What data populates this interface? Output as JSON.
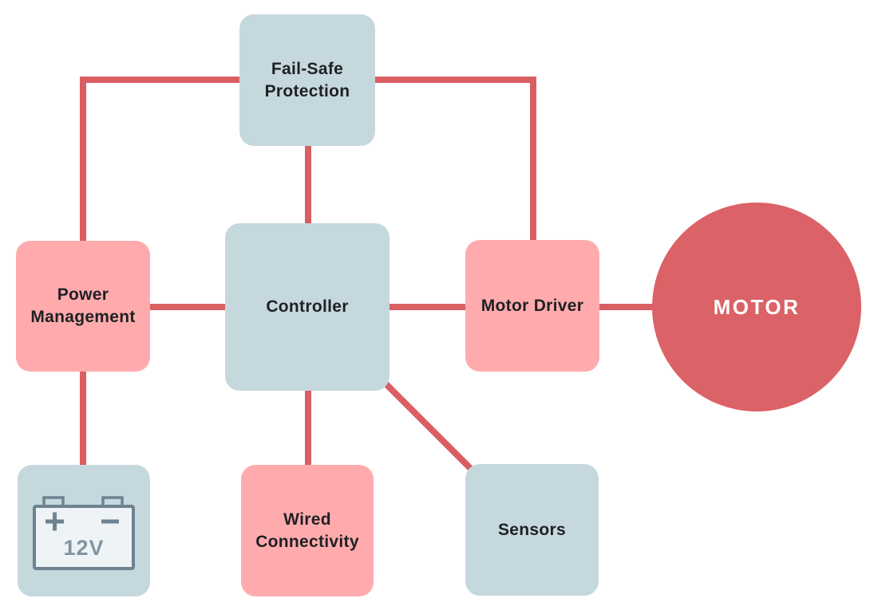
{
  "diagram": {
    "type": "block-diagram",
    "nodes": {
      "fail_safe_protection": {
        "label": "Fail-Safe Protection",
        "shape": "rounded-square",
        "color_role": "blue"
      },
      "power_management": {
        "label": "Power Management",
        "shape": "rounded-square",
        "color_role": "pink"
      },
      "controller": {
        "label": "Controller",
        "shape": "rounded-square",
        "color_role": "blue"
      },
      "motor_driver": {
        "label": "Motor Driver",
        "shape": "rounded-square",
        "color_role": "pink"
      },
      "motor": {
        "label": "MOTOR",
        "shape": "circle",
        "color_role": "red"
      },
      "battery": {
        "label": "12V",
        "icon": "battery-icon",
        "plus_symbol": "+",
        "minus_symbol": "−",
        "shape": "rounded-square",
        "color_role": "blue"
      },
      "wired_connectivity": {
        "label": "Wired Connectivity",
        "shape": "rounded-square",
        "color_role": "pink"
      },
      "sensors": {
        "label": "Sensors",
        "shape": "rounded-square",
        "color_role": "blue"
      }
    },
    "edges": [
      {
        "from": "fail_safe_protection",
        "to": "power_management",
        "style": "elbow"
      },
      {
        "from": "fail_safe_protection",
        "to": "controller",
        "style": "straight"
      },
      {
        "from": "fail_safe_protection",
        "to": "motor_driver",
        "style": "elbow"
      },
      {
        "from": "power_management",
        "to": "controller",
        "style": "straight"
      },
      {
        "from": "controller",
        "to": "motor_driver",
        "style": "straight"
      },
      {
        "from": "motor_driver",
        "to": "motor",
        "style": "straight"
      },
      {
        "from": "power_management",
        "to": "battery",
        "style": "straight"
      },
      {
        "from": "controller",
        "to": "wired_connectivity",
        "style": "straight"
      },
      {
        "from": "controller",
        "to": "sensors",
        "style": "diagonal"
      }
    ],
    "colors": {
      "box_blue": "#c5d8de",
      "box_pink": "#ffabad",
      "line_red": "#d95f63",
      "motor_red": "#db6266",
      "label_dark": "#1f2024",
      "battery_stroke": "#6f8290",
      "battery_fill": "#eef3f6",
      "battery_text": "#8295a1"
    }
  }
}
